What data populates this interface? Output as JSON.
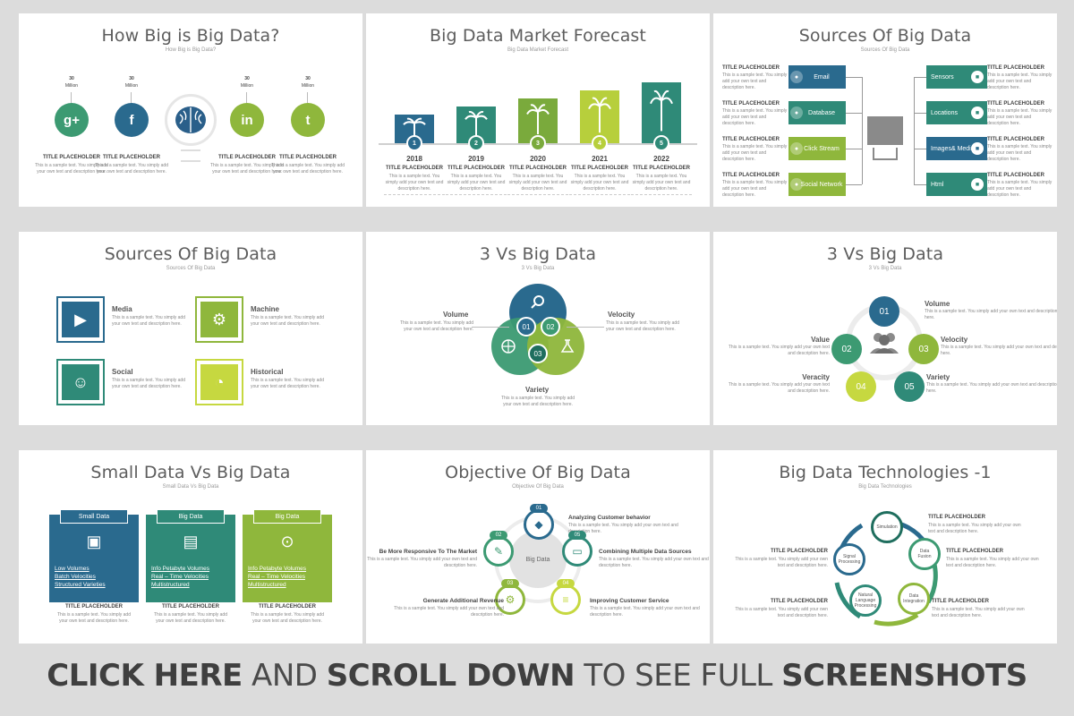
{
  "colors": {
    "navy": "#2a6a8e",
    "teal": "#2f8a78",
    "green": "#3c9a72",
    "lime": "#8fb73c",
    "yellow": "#c6d840",
    "dteal": "#1f6e5e"
  },
  "s1": {
    "title": "How Big is Big Data?",
    "sub": "How Big is Big Data?",
    "items": [
      {
        "v": "30",
        "u": "Million",
        "tp": "TITLE PLACEHOLDER",
        "t": "This is a sample text. You simply add your own text and description here.",
        "icon": "google-plus-icon",
        "glyph": "g+"
      },
      {
        "v": "30",
        "u": "Million",
        "tp": "TITLE PLACEHOLDER",
        "t": "This is a sample text. You simply add your own text and description here.",
        "icon": "facebook-icon",
        "glyph": "f"
      },
      {
        "v": "30",
        "u": "Million",
        "tp": "TITLE PLACEHOLDER",
        "t": "This is a sample text. You simply add your own text and description here.",
        "icon": "linkedin-icon",
        "glyph": "in"
      },
      {
        "v": "30",
        "u": "Million",
        "tp": "TITLE PLACEHOLDER",
        "t": "This is a sample text. You simply add your own text and description here.",
        "icon": "twitter-icon",
        "glyph": "t"
      }
    ]
  },
  "s2": {
    "title": "Big Data Market Forecast",
    "sub": "Big Data Market Forecast",
    "bars": [
      {
        "n": "1",
        "year": "2018"
      },
      {
        "n": "2",
        "year": "2019"
      },
      {
        "n": "3",
        "year": "2020"
      },
      {
        "n": "4",
        "year": "2021"
      },
      {
        "n": "5",
        "year": "2022"
      }
    ],
    "tp": "TITLE PLACEHOLDER",
    "t": "This is a sample text. You simply add your own text and description here."
  },
  "s3": {
    "title": "Sources Of Big Data",
    "sub": "Sources Of Big Data",
    "left": [
      "Email",
      "Database",
      "Click Stream",
      "Social Network"
    ],
    "right": [
      "Sensors",
      "Locations",
      "Images& Media",
      "Html"
    ],
    "tp": "TITLE PLACEHOLDER",
    "t": "This is a sample text. You simply add your own text and description here."
  },
  "s4": {
    "title": "Sources Of Big Data",
    "sub": "Sources Of Big Data",
    "items": [
      {
        "h": "Media",
        "t": "This is a sample text. You simply add your own text and description here."
      },
      {
        "h": "Machine",
        "t": "This is a sample text. You simply add your own text and description here."
      },
      {
        "h": "Social",
        "t": "This is a sample text. You simply add your own text and description here."
      },
      {
        "h": "Historical",
        "t": "This is a sample text. You simply add your own text and description here."
      }
    ]
  },
  "s5": {
    "title": "3 Vs Big Data",
    "sub": "3 Vs Big Data",
    "vol": "Volume",
    "vel": "Velocity",
    "var": "Variety",
    "n1": "01",
    "n2": "02",
    "n3": "03",
    "t": "This is a sample text. You simply add your own text and description here."
  },
  "s6": {
    "title": "3 Vs Big Data",
    "sub": "3 Vs Big Data",
    "items": [
      {
        "n": "01",
        "h": "Volume"
      },
      {
        "n": "02",
        "h": "Value"
      },
      {
        "n": "03",
        "h": "Velocity"
      },
      {
        "n": "04",
        "h": "Veracity"
      },
      {
        "n": "05",
        "h": "Variety"
      }
    ],
    "t": "This is a sample text. You simply add your own text and description here."
  },
  "s7": {
    "title": "Small Data Vs Big Data",
    "sub": "Small Data Vs Big Data",
    "cols": [
      {
        "h": "Small Data",
        "b": [
          "Low Volumes",
          "Batch Velocities",
          "Structured Varieties"
        ]
      },
      {
        "h": "Big Data",
        "b": [
          "Info Petabyte Volumes",
          "Real – Time Velocities",
          "Multistructured"
        ]
      },
      {
        "h": "Big Data",
        "b": [
          "Info Petabyte Volumes",
          "Real – Time Velocities",
          "Multistructured"
        ]
      }
    ],
    "tp": "TITLE PLACEHOLDER",
    "t": "This is a sample text. You simply add your own text and description here."
  },
  "s8": {
    "title": "Objective Of Big Data",
    "sub": "Objective Of Big Data",
    "center": "Big Data",
    "items": [
      {
        "n": "01",
        "h": "Analyzing Customer behavior"
      },
      {
        "n": "02",
        "h": "Be More Responsive To The Market"
      },
      {
        "n": "05",
        "h": "Combining Multiple Data Sources"
      },
      {
        "n": "03",
        "h": "Generate Additional Revenue"
      },
      {
        "n": "04",
        "h": "Improving Customer Service"
      }
    ],
    "t": "This is a sample text. You simply add your own text and description here."
  },
  "s9": {
    "title": "Big Data Technologies -1",
    "sub": "Big Data Technologies",
    "nodes": [
      "Simulation",
      "Data Fusion",
      "Data Integration",
      "Natural Language Processing",
      "Signal Processing"
    ],
    "tp": "TITLE PLACEHOLDER",
    "t": "This is a sample text. You simply add your own text and description here."
  },
  "footer": {
    "a": "CLICK HERE",
    "b": " AND ",
    "c": "SCROLL DOWN",
    "d": " TO SEE FULL ",
    "e": "SCREENSHOTS"
  }
}
